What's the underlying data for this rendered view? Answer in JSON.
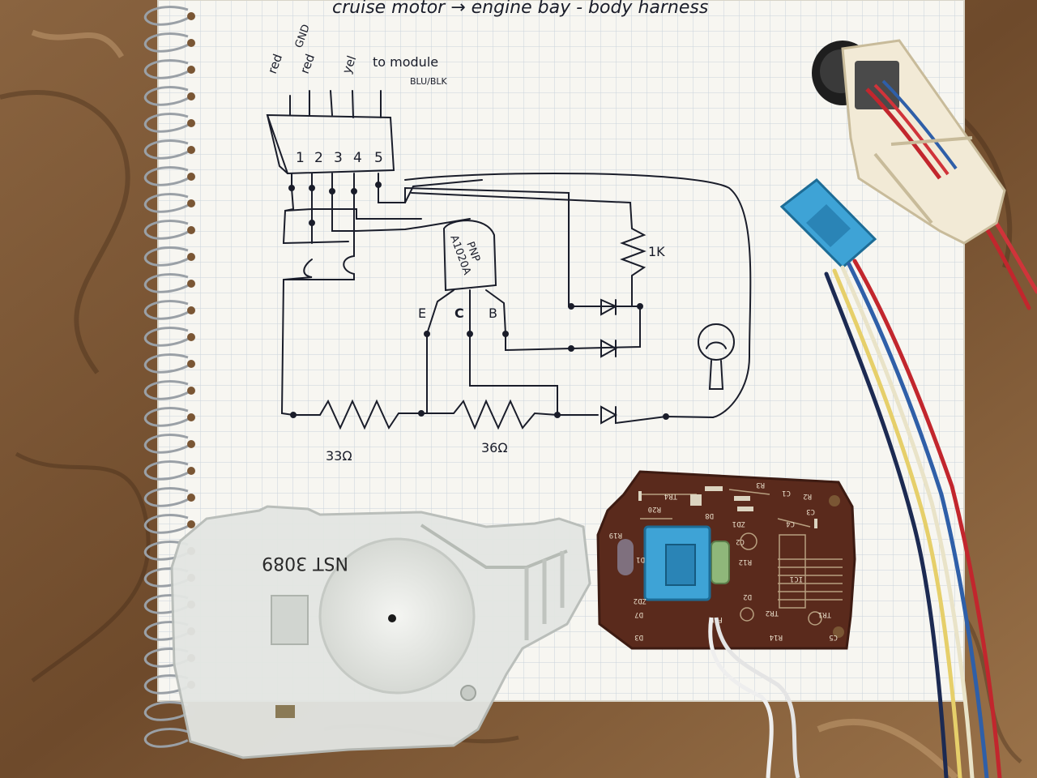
{
  "scene": {
    "description_labels": [],
    "colors": {
      "wood": "#7a5634",
      "paper": "#f7f6f1",
      "grid": "#c9d3dc",
      "ink": "#1a1d2a",
      "pcb": "#5a2a1c",
      "connector_blue": "#3ea3d6",
      "plastic_clear": "#e9ebe8"
    }
  },
  "notebook": {
    "top_note": "cruise motor → engine bay - body harness",
    "pin_labels": {
      "red": "red",
      "gnd": "GND",
      "red2": "red",
      "yel": "yel",
      "to_module": "to module",
      "blu_blk": "BLU/BLK"
    },
    "pins": [
      "1",
      "2",
      "3",
      "4",
      "5"
    ],
    "transistor": {
      "part": "A1020A",
      "type": "PNP",
      "e": "E",
      "c": "C",
      "b": "B"
    },
    "resistor_1k": "1K",
    "resistor_33": "33Ω",
    "resistor_36": "36Ω"
  },
  "pcb": {
    "labels": [
      "TR4",
      "R20",
      "R19",
      "D8",
      "R3",
      "C1",
      "R2",
      "C3",
      "C4",
      "ZD1",
      "C2",
      "R12",
      "IC1",
      "ZD2",
      "D1",
      "D2",
      "TR2",
      "TR1",
      "D7",
      "D3",
      "R14",
      "C5"
    ],
    "connector_label": "FSW"
  },
  "housing": {
    "molded_text": "NST 3089"
  }
}
